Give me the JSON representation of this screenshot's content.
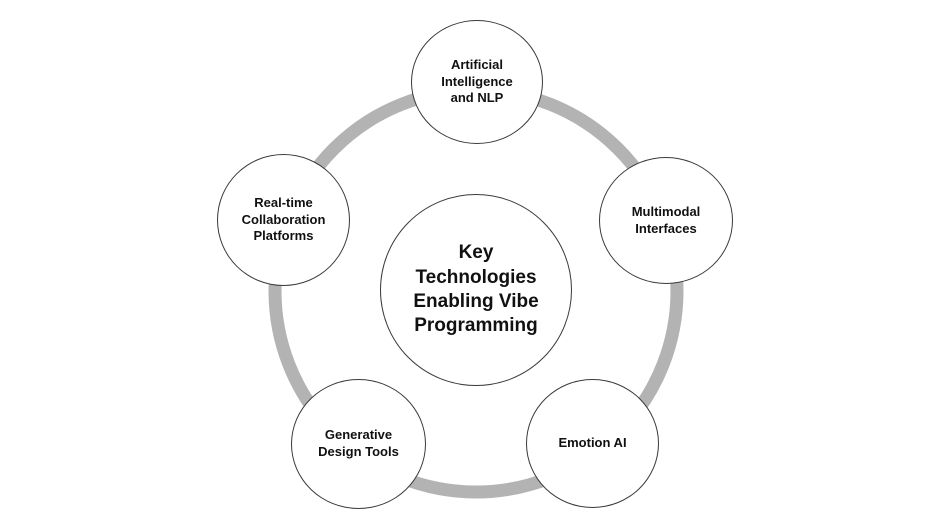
{
  "diagram": {
    "ring_color": "#b3b3b3",
    "border_color": "#3a3a3a",
    "center": {
      "label": "Key\nTechnologies\nEnabling Vibe\nProgramming"
    },
    "nodes": [
      {
        "label": "Artificial\nIntelligence\nand NLP"
      },
      {
        "label": "Multimodal\nInterfaces"
      },
      {
        "label": "Emotion AI"
      },
      {
        "label": "Generative\nDesign Tools"
      },
      {
        "label": "Real-time\nCollaboration\nPlatforms"
      }
    ]
  }
}
